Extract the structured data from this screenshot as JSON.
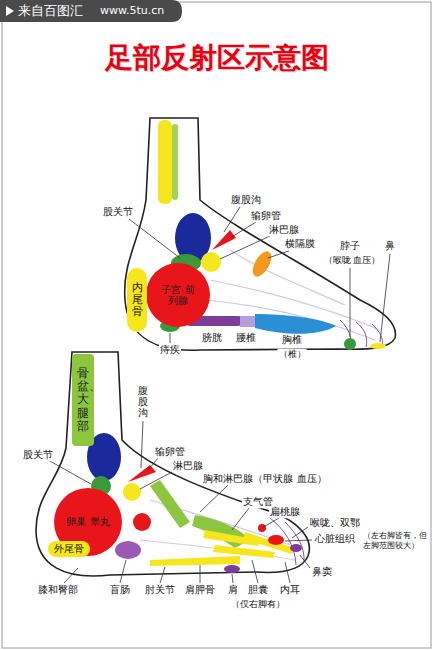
{
  "diagram": {
    "title": "足部反射区示意图",
    "nodes": [
      {
        "text": [
          "子宫 前列腺"
        ]
      },
      {
        "text": [
          "内尾骨"
        ]
      },
      {
        "text": [
          "骨盆、大腿部"
        ]
      },
      {
        "text": [
          "卵巢 睾丸"
        ]
      },
      {
        "text": [
          "外尾骨"
        ]
      }
    ],
    "labels": [
      "来自百图汇",
      "www.5tu.cn",
      "腹股沟",
      "股关节",
      "输卵管",
      "淋巴腺",
      "横隔膜",
      "脖子",
      "（喉咙 血压）",
      "鼻",
      "痔疾",
      "膀胱",
      "腰椎",
      "胸椎",
      "（椎）",
      "腹股沟",
      "股关节",
      "输卵管",
      "淋巴腺",
      "胸和淋巴腺（甲状腺 血压）",
      "支气管",
      "扁桃腺",
      "喉咙、双鄂",
      "心脏组织",
      "（左右脚皆有，但左脚范围较大）",
      "鼻窦",
      "膝和臀部",
      "盲肠",
      "肘关节",
      "肩胛骨",
      "肩",
      "胆囊",
      "内耳",
      "（仅右脚有）"
    ]
  }
}
